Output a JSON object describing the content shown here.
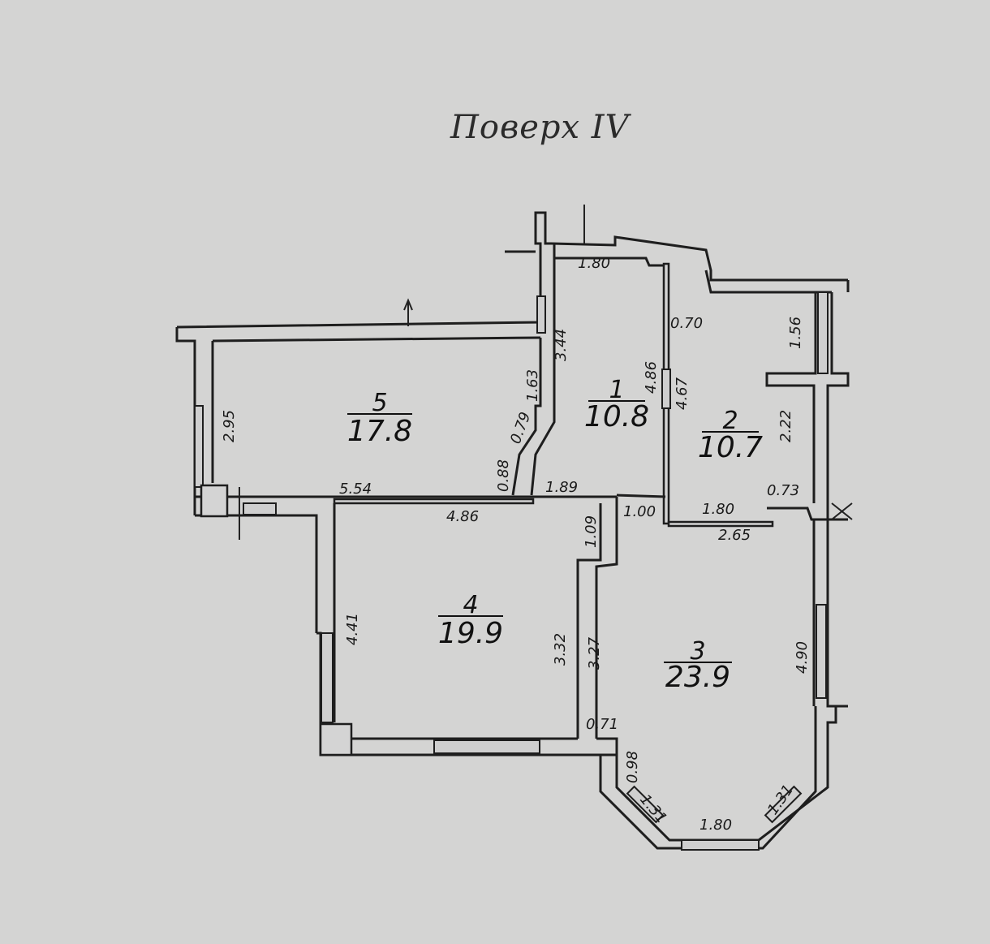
{
  "title": "Поверх IV",
  "rooms": [
    {
      "number": "1",
      "area": "10.8"
    },
    {
      "number": "2",
      "area": "10.7"
    },
    {
      "number": "3",
      "area": "23.9"
    },
    {
      "number": "4",
      "area": "19.9"
    },
    {
      "number": "5",
      "area": "17.8"
    }
  ],
  "dimensions": {
    "d_1_80_top": "1.80",
    "d_0_70": "0.70",
    "d_1_56": "1.56",
    "d_3_44": "3.44",
    "d_1_63": "1.63",
    "d_4_86_vert": "4.86",
    "d_4_67": "4.67",
    "d_2_22": "2.22",
    "d_2_95": "2.95",
    "d_0_79": "0.79",
    "d_0_88": "0.88",
    "d_5_54": "5.54",
    "d_1_89": "1.89",
    "d_4_86_horiz": "4.86",
    "d_1_09": "1.09",
    "d_1_00": "1.00",
    "d_1_80_mid": "1.80",
    "d_0_73": "0.73",
    "d_2_65": "2.65",
    "d_4_41": "4.41",
    "d_3_32": "3.32",
    "d_3_27": "3.27",
    "d_4_90": "4.90",
    "d_0_71": "0.71",
    "d_0_98": "0.98",
    "d_1_31_left": "1.31",
    "d_1_80_bottom": "1.80",
    "d_1_31_right": "1.31"
  }
}
